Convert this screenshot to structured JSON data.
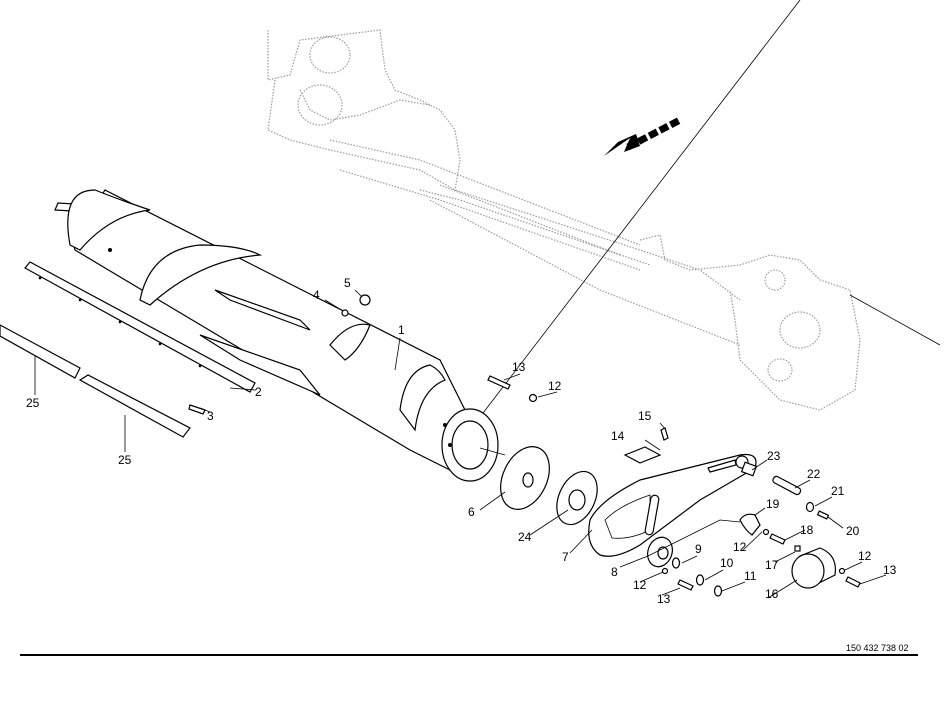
{
  "diagram": {
    "type": "exploded-parts-view",
    "drawing_number": "150 432 738 02",
    "direction_arrow": "travel-direction-arrow",
    "callouts": [
      "1",
      "2",
      "3",
      "4",
      "5",
      "6",
      "7",
      "8",
      "9",
      "10",
      "11",
      "12",
      "12",
      "12",
      "12",
      "13",
      "13",
      "13",
      "14",
      "15",
      "16",
      "17",
      "18",
      "19",
      "20",
      "21",
      "22",
      "23",
      "24",
      "25",
      "25"
    ]
  }
}
